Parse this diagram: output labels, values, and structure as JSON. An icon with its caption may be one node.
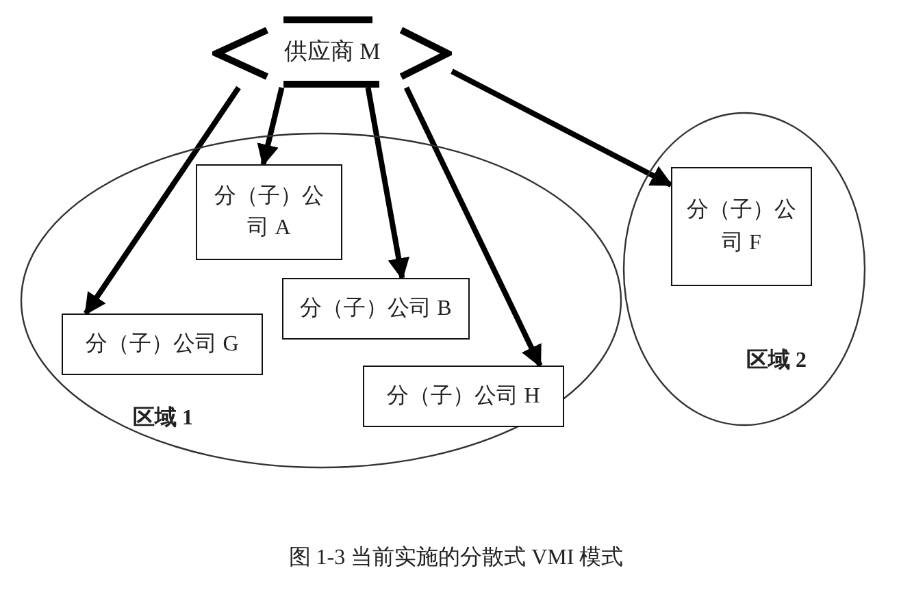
{
  "diagram": {
    "caption": "图 1-3 当前实施的分散式 VMI 模式",
    "nodes": [
      {
        "text": [
          "供应商 M"
        ]
      },
      {
        "text": [
          "区域 1"
        ]
      },
      {
        "text": [
          "分（子）公司 A"
        ],
        "in": 1
      },
      {
        "text": [
          "分（子）公司 G"
        ],
        "in": 1
      },
      {
        "text": [
          "分（子）公司 B"
        ],
        "in": 1
      },
      {
        "text": [
          "分（子）公司 H"
        ],
        "in": 1
      },
      {
        "text": [
          "区域 2"
        ]
      },
      {
        "text": [
          "分（子）公司 F"
        ],
        "in": 6
      }
    ],
    "edges": [
      {
        "from": 0,
        "to": 3,
        "arrow": "to"
      },
      {
        "from": 0,
        "to": 2,
        "arrow": "to"
      },
      {
        "from": 0,
        "to": 4,
        "arrow": "to"
      },
      {
        "from": 0,
        "to": 5,
        "arrow": "to"
      },
      {
        "from": 0,
        "to": 7,
        "arrow": "to"
      }
    ]
  }
}
